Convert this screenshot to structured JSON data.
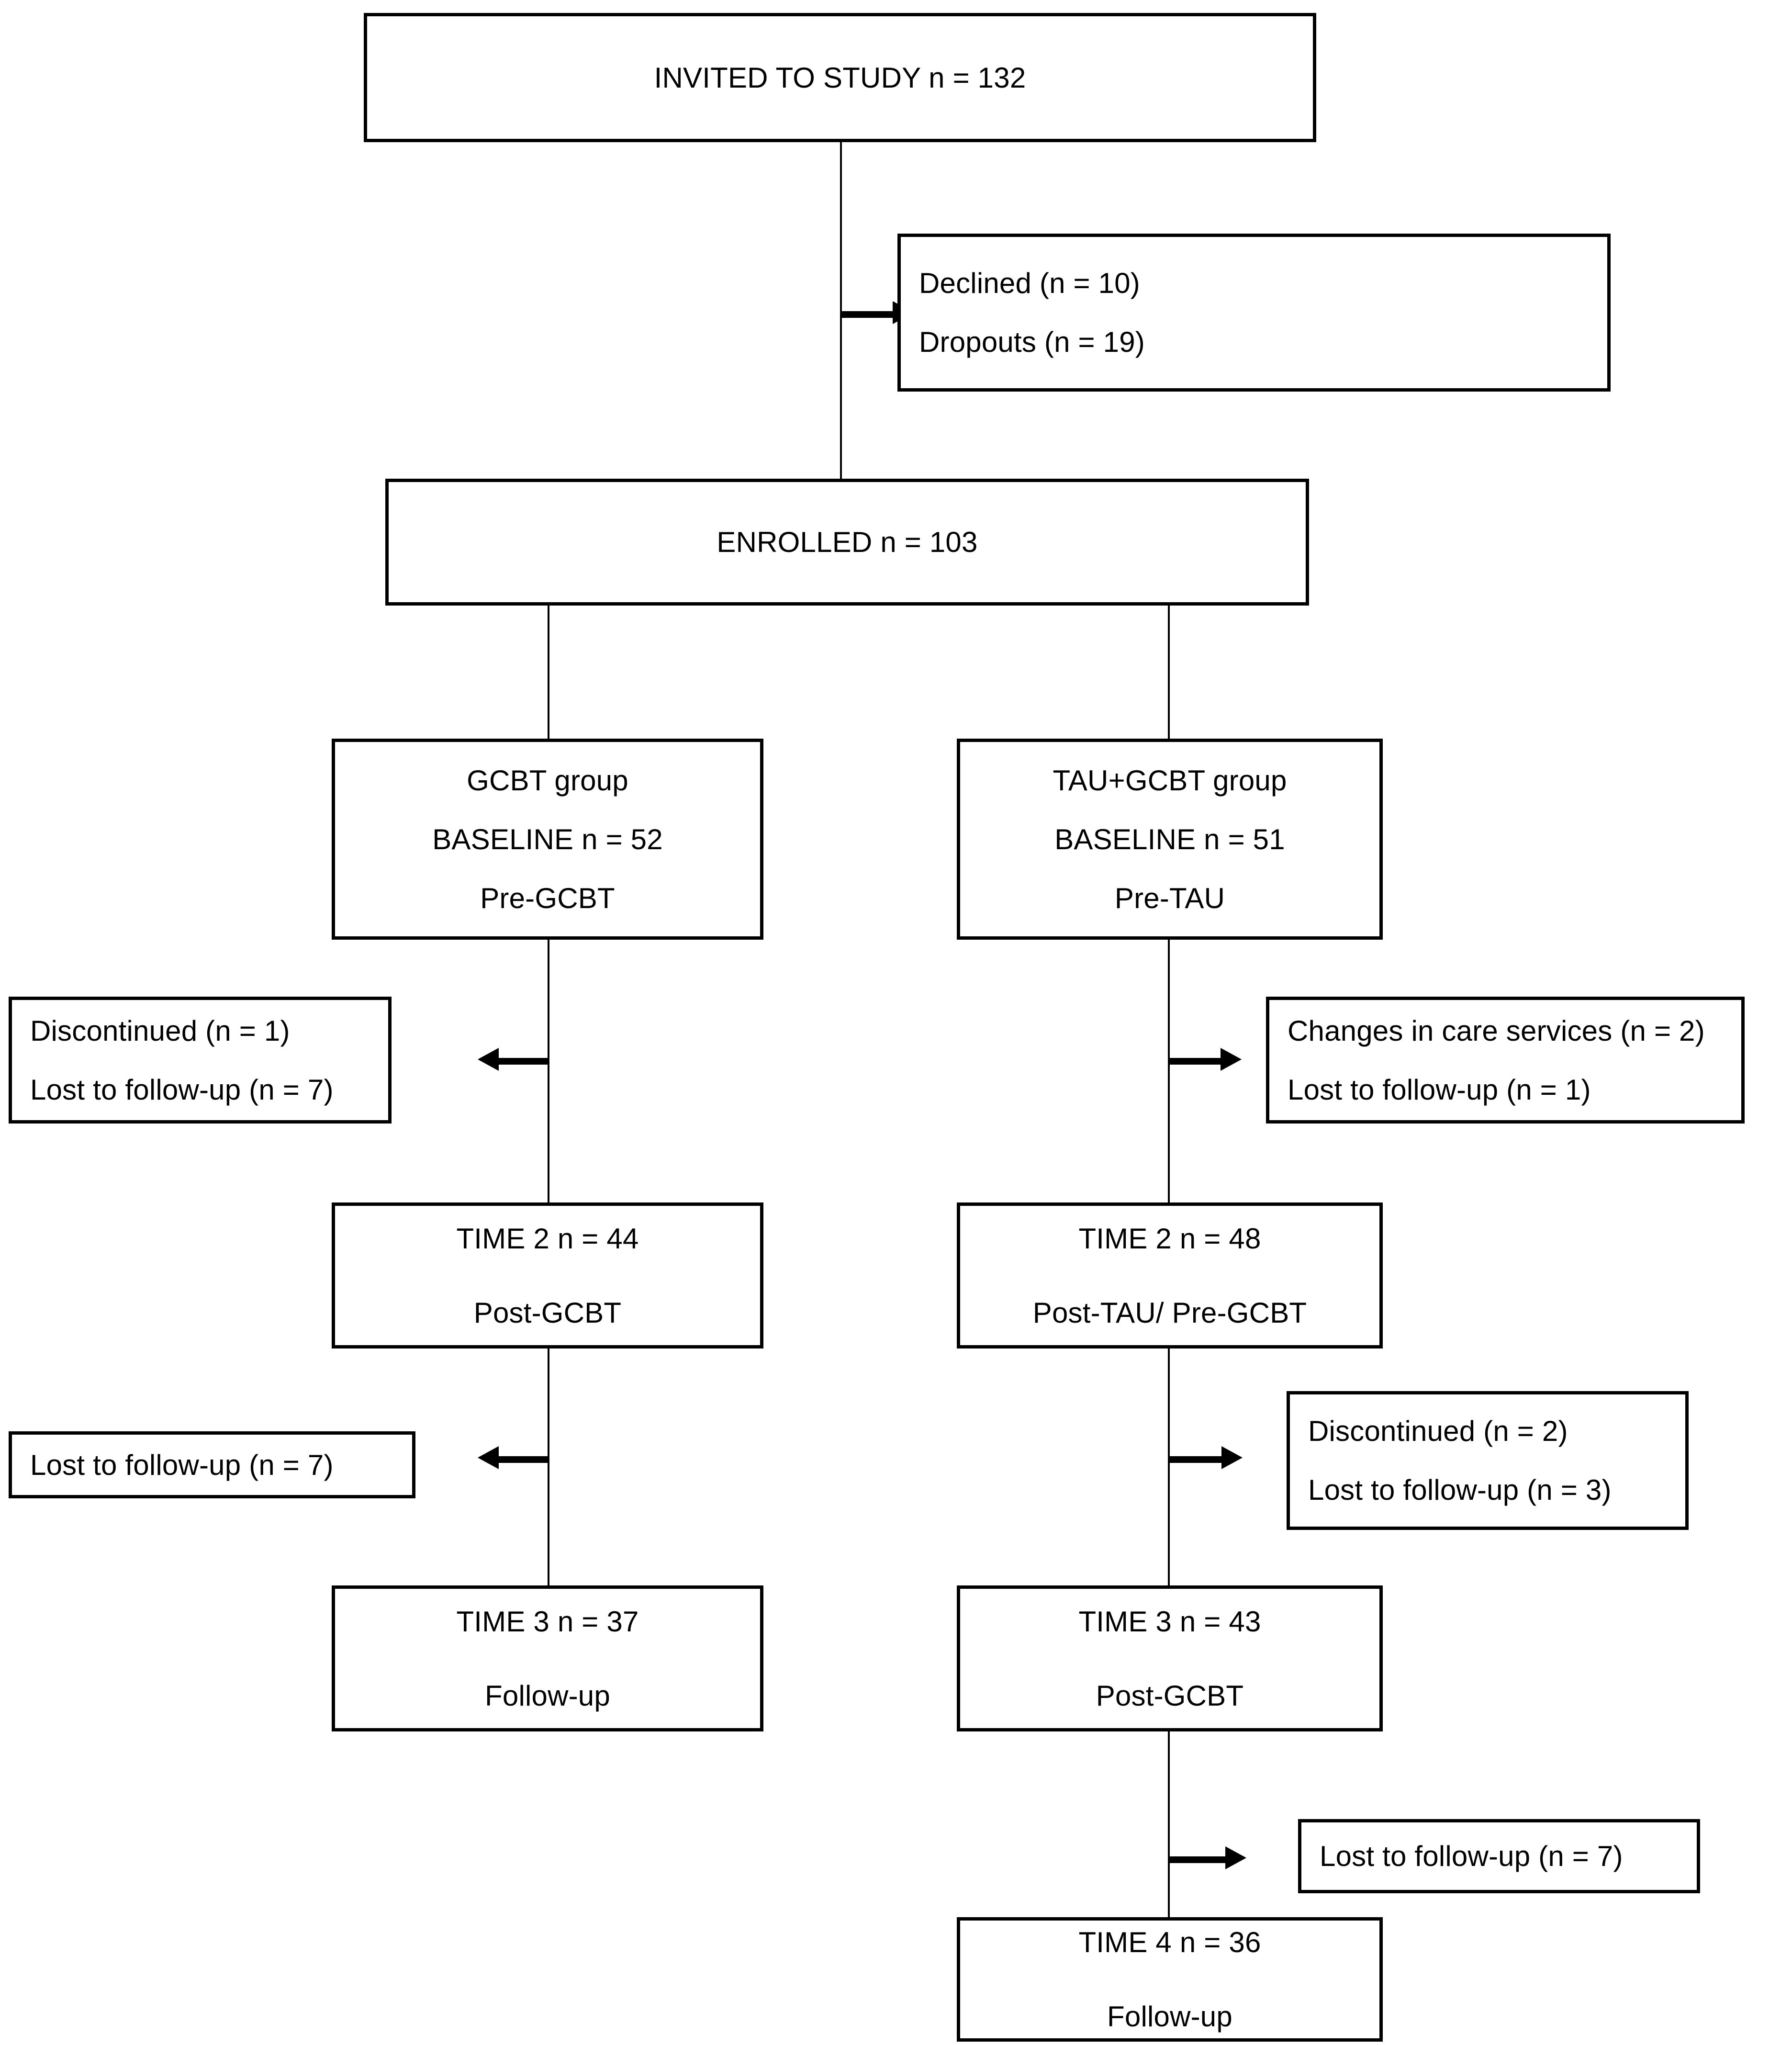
{
  "figure": {
    "type": "participant-flow-diagram",
    "title": "Study participant flow (CONSORT-style)"
  },
  "nodes": {
    "invited": {
      "line1": "INVITED TO STUDY  n = 132"
    },
    "excluded_initial": {
      "line1": "Declined (n = 10)",
      "line2": "Dropouts (n = 19)"
    },
    "enrolled": {
      "line1": "ENROLLED n = 103"
    },
    "gcbt_baseline": {
      "line1": "GCBT group",
      "line2": "BASELINE n = 52",
      "line3": "Pre-GCBT"
    },
    "tau_baseline": {
      "line1": "TAU+GCBT group",
      "line2": "BASELINE n = 51",
      "line3": "Pre-TAU"
    },
    "gcbt_attrition_1": {
      "line1": "Discontinued (n = 1)",
      "line2": "Lost to follow-up (n = 7)"
    },
    "tau_attrition_1": {
      "line1": "Changes in care services (n = 2)",
      "line2": "Lost to follow-up (n = 1)"
    },
    "gcbt_time2": {
      "line1": "TIME 2 n = 44",
      "line2": "Post-GCBT"
    },
    "tau_time2": {
      "line1": "TIME 2 n = 48",
      "line2": "Post-TAU/ Pre-GCBT"
    },
    "gcbt_attrition_2": {
      "line1": "Lost to follow-up (n = 7)"
    },
    "tau_attrition_2": {
      "line1": "Discontinued (n = 2)",
      "line2": "Lost to follow-up (n = 3)"
    },
    "gcbt_time3": {
      "line1": "TIME 3 n = 37",
      "line2": "Follow-up"
    },
    "tau_time3": {
      "line1": "TIME 3 n = 43",
      "line2": "Post-GCBT"
    },
    "tau_attrition_3": {
      "line1": "Lost to follow-up (n = 7)"
    },
    "tau_time4": {
      "line1": "TIME 4 n = 36",
      "line2": "Follow-up"
    }
  },
  "chart_data": {
    "type": "diagram",
    "title": "Participant flow through the study",
    "stages": [
      {
        "id": "invited",
        "label": "INVITED TO STUDY",
        "n": 132
      },
      {
        "id": "excluded_initial",
        "label": "Declined",
        "n": 10
      },
      {
        "id": "excluded_initial_dropouts",
        "label": "Dropouts",
        "n": 19
      },
      {
        "id": "enrolled",
        "label": "ENROLLED",
        "n": 103
      },
      {
        "id": "gcbt_baseline",
        "label": "GCBT group BASELINE (Pre-GCBT)",
        "n": 52
      },
      {
        "id": "tau_baseline",
        "label": "TAU+GCBT group BASELINE (Pre-TAU)",
        "n": 51
      },
      {
        "id": "gcbt_discontinued_1",
        "label": "GCBT Discontinued",
        "n": 1
      },
      {
        "id": "gcbt_lost_1",
        "label": "GCBT Lost to follow-up",
        "n": 7
      },
      {
        "id": "tau_changes_1",
        "label": "TAU Changes in care services",
        "n": 2
      },
      {
        "id": "tau_lost_1",
        "label": "TAU Lost to follow-up",
        "n": 1
      },
      {
        "id": "gcbt_time2",
        "label": "GCBT TIME 2 (Post-GCBT)",
        "n": 44
      },
      {
        "id": "tau_time2",
        "label": "TAU TIME 2 (Post-TAU/ Pre-GCBT)",
        "n": 48
      },
      {
        "id": "gcbt_lost_2",
        "label": "GCBT Lost to follow-up",
        "n": 7
      },
      {
        "id": "tau_discontinued_2",
        "label": "TAU Discontinued",
        "n": 2
      },
      {
        "id": "tau_lost_2",
        "label": "TAU Lost to follow-up",
        "n": 3
      },
      {
        "id": "gcbt_time3",
        "label": "GCBT TIME 3 (Follow-up)",
        "n": 37
      },
      {
        "id": "tau_time3",
        "label": "TAU TIME 3 (Post-GCBT)",
        "n": 43
      },
      {
        "id": "tau_lost_3",
        "label": "TAU Lost to follow-up",
        "n": 7
      },
      {
        "id": "tau_time4",
        "label": "TAU TIME 4 (Follow-up)",
        "n": 36
      }
    ]
  }
}
